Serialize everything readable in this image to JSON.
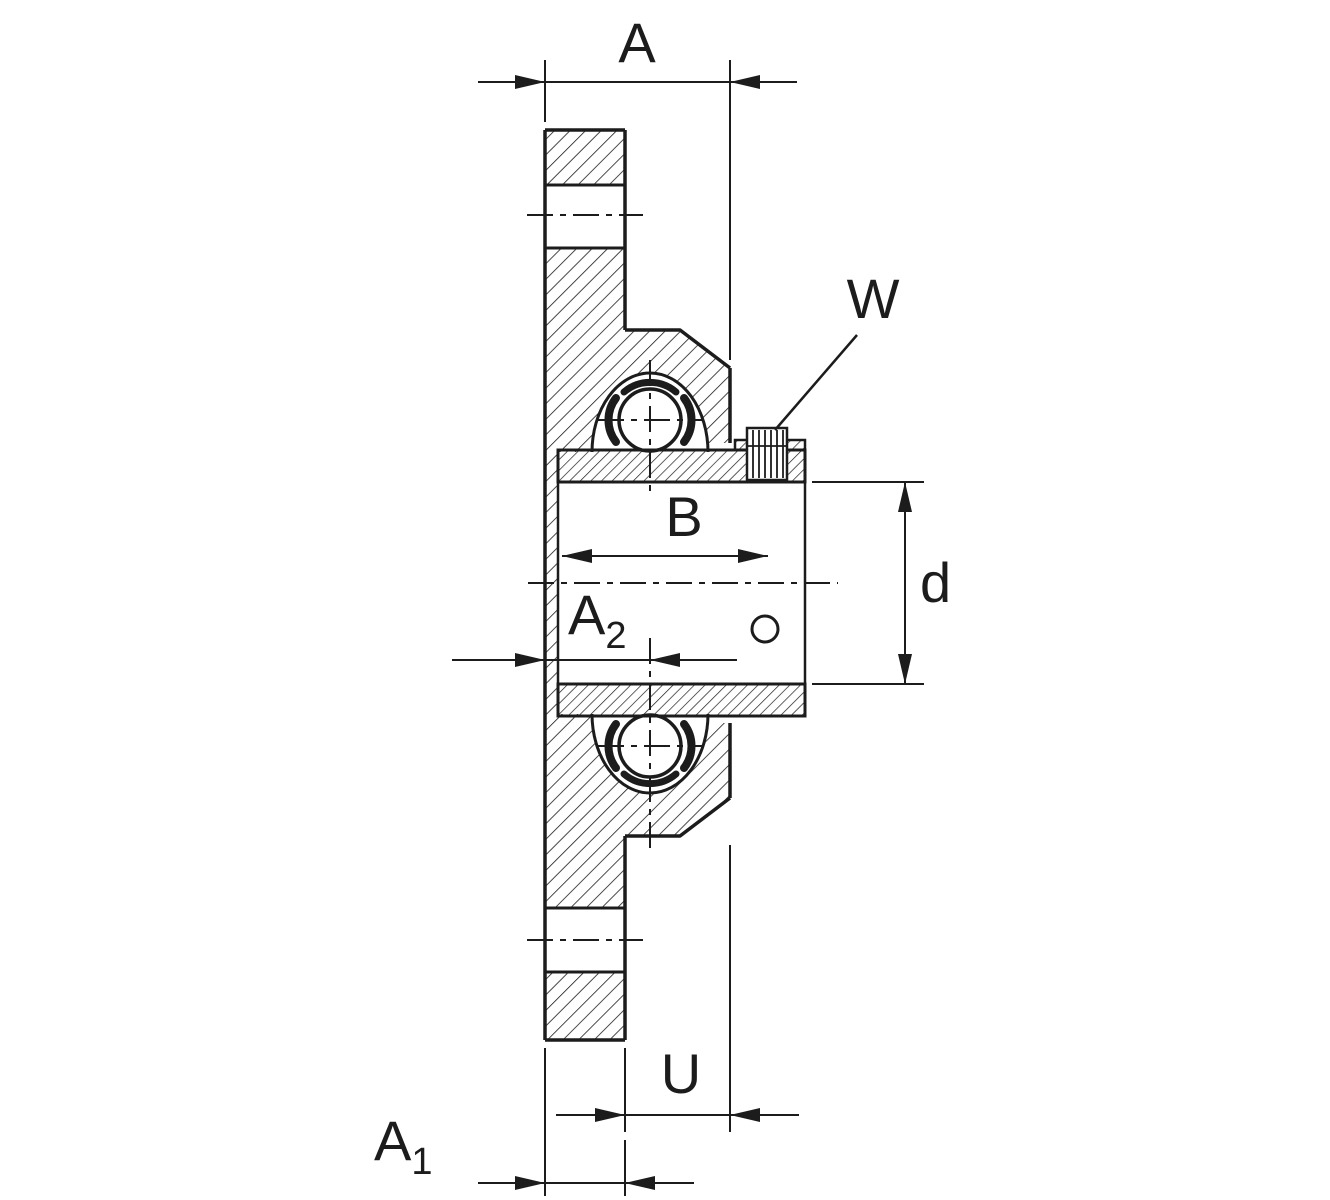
{
  "drawing": {
    "labels": {
      "A": "A",
      "W": "W",
      "B": "B",
      "d": "d",
      "A2": {
        "main": "A",
        "sub": "2"
      },
      "U": "U",
      "A1": {
        "main": "A",
        "sub": "1"
      }
    },
    "colors": {
      "line": "#1c1c1c",
      "background": "#ffffff"
    }
  }
}
